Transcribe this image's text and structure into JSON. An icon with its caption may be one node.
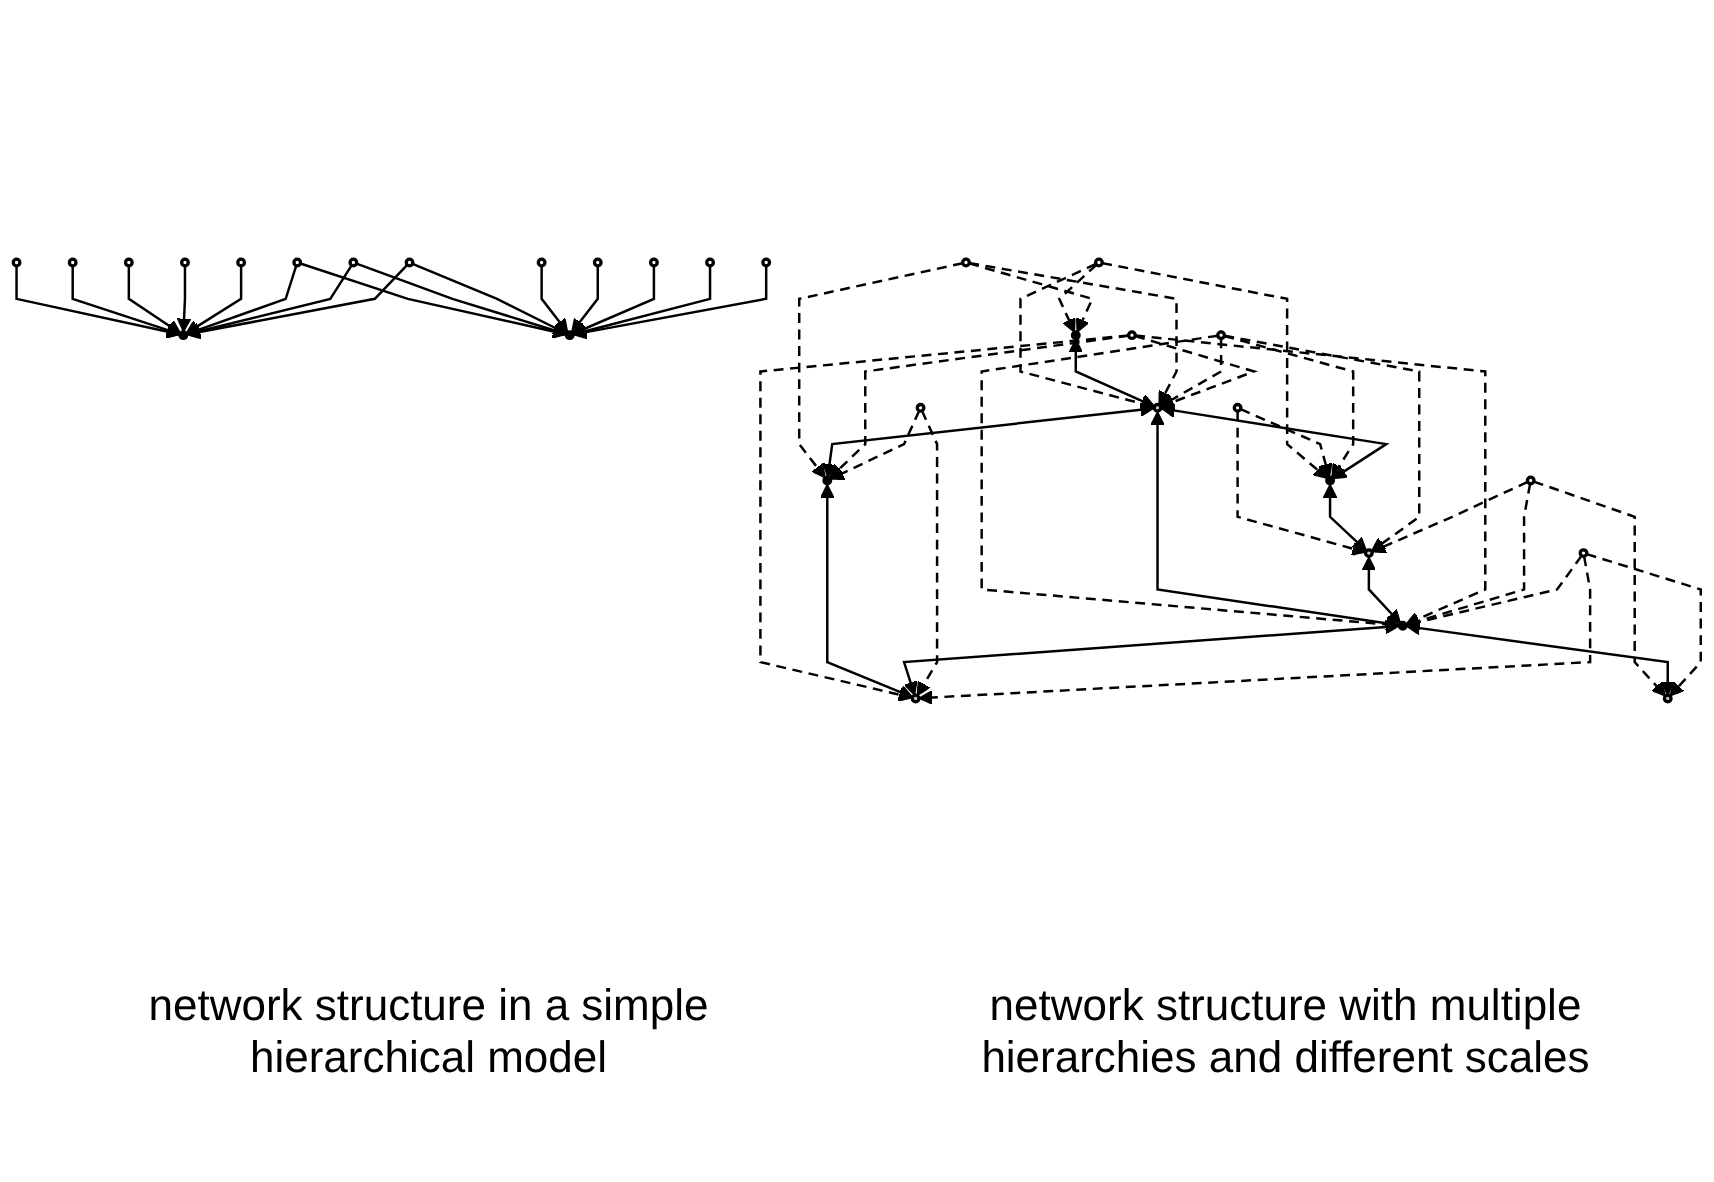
{
  "diagram": {
    "nodes": [
      {
        "text": [],
        "shape": "circle"
      },
      {
        "text": [],
        "shape": "circle"
      },
      {
        "text": [],
        "shape": "circle"
      },
      {
        "text": [],
        "shape": "circle"
      },
      {
        "text": [],
        "shape": "circle"
      },
      {
        "text": [],
        "shape": "circle"
      },
      {
        "text": [],
        "shape": "circle"
      },
      {
        "text": [],
        "shape": "circle"
      },
      {
        "text": [],
        "shape": "circle"
      },
      {
        "text": [],
        "shape": "circle"
      },
      {
        "text": [],
        "shape": "circle"
      },
      {
        "text": [],
        "shape": "circle"
      },
      {
        "text": [],
        "shape": "circle"
      },
      {
        "text": [],
        "shape": "circle"
      },
      {
        "text": [],
        "shape": "circle"
      },
      {
        "text": [],
        "shape": "circle"
      },
      {
        "text": [],
        "shape": "circle"
      },
      {
        "text": [],
        "shape": "circle"
      },
      {
        "text": [],
        "shape": "circle"
      },
      {
        "text": [],
        "shape": "circle"
      },
      {
        "text": [],
        "shape": "circle"
      },
      {
        "text": [],
        "shape": "circle"
      },
      {
        "text": [],
        "shape": "circle"
      },
      {
        "text": [],
        "shape": "circle"
      },
      {
        "text": [],
        "shape": "circle"
      },
      {
        "text": [],
        "shape": "circle"
      },
      {
        "text": [],
        "shape": "circle"
      },
      {
        "text": [],
        "shape": "circle"
      },
      {
        "text": [],
        "shape": "circle"
      },
      {
        "text": [],
        "shape": "circle"
      },
      {
        "text": [],
        "shape": "circle"
      }
    ],
    "edges": [
      {
        "from": 0,
        "to": 4,
        "arrow": "to"
      },
      {
        "from": 1,
        "to": 4,
        "arrow": "to"
      },
      {
        "from": 2,
        "to": 4,
        "arrow": "to"
      },
      {
        "from": 3,
        "to": 4,
        "arrow": "to"
      },
      {
        "from": 5,
        "to": 4,
        "arrow": "to"
      },
      {
        "from": 6,
        "to": 4,
        "arrow": "to"
      },
      {
        "from": 7,
        "to": 4,
        "arrow": "to"
      },
      {
        "from": 8,
        "to": 4,
        "arrow": "to"
      },
      {
        "from": 6,
        "to": 10,
        "arrow": "to"
      },
      {
        "from": 7,
        "to": 10,
        "arrow": "to"
      },
      {
        "from": 8,
        "to": 10,
        "arrow": "to"
      },
      {
        "from": 9,
        "to": 10,
        "arrow": "to"
      },
      {
        "from": 11,
        "to": 10,
        "arrow": "to"
      },
      {
        "from": 12,
        "to": 10,
        "arrow": "to"
      },
      {
        "from": 13,
        "to": 10,
        "arrow": "to"
      },
      {
        "from": 14,
        "to": 10,
        "arrow": "to"
      },
      {
        "from": 16,
        "to": 15,
        "arrow": "to",
        "style": "dashed"
      },
      {
        "from": 16,
        "to": 17,
        "arrow": "to",
        "style": "dashed"
      },
      {
        "from": 18,
        "to": 17,
        "arrow": "to",
        "style": "dashed"
      },
      {
        "from": 19,
        "to": 15,
        "arrow": "to",
        "style": "dashed"
      },
      {
        "from": 16,
        "to": 20,
        "arrow": "to",
        "style": "dashed"
      },
      {
        "from": 21,
        "to": 17,
        "arrow": "to",
        "style": "dashed"
      },
      {
        "from": 18,
        "to": 22,
        "arrow": "to",
        "style": "dashed"
      },
      {
        "from": 15,
        "to": 20,
        "arrow": "both"
      },
      {
        "from": 20,
        "to": 17,
        "arrow": "both"
      },
      {
        "from": 17,
        "to": 22,
        "arrow": "both"
      },
      {
        "from": 19,
        "to": 20,
        "arrow": "to",
        "style": "dashed"
      },
      {
        "from": 21,
        "to": 20,
        "arrow": "to",
        "style": "dashed"
      },
      {
        "from": 21,
        "to": 22,
        "arrow": "to",
        "style": "dashed"
      },
      {
        "from": 19,
        "to": 23,
        "arrow": "to",
        "style": "dashed"
      },
      {
        "from": 24,
        "to": 20,
        "arrow": "to",
        "style": "dashed"
      },
      {
        "from": 21,
        "to": 25,
        "arrow": "to",
        "style": "dashed"
      },
      {
        "from": 26,
        "to": 22,
        "arrow": "to",
        "style": "dashed"
      },
      {
        "from": 20,
        "to": 23,
        "arrow": "both"
      },
      {
        "from": 20,
        "to": 25,
        "arrow": "both"
      },
      {
        "from": 22,
        "to": 25,
        "arrow": "both"
      },
      {
        "from": 24,
        "to": 23,
        "arrow": "to",
        "style": "dashed"
      },
      {
        "from": 24,
        "to": 25,
        "arrow": "to",
        "style": "dashed"
      },
      {
        "from": 26,
        "to": 25,
        "arrow": "to",
        "style": "dashed"
      },
      {
        "from": 27,
        "to": 23,
        "arrow": "to",
        "style": "dashed"
      },
      {
        "from": 24,
        "to": 28,
        "arrow": "to",
        "style": "dashed"
      },
      {
        "from": 29,
        "to": 25,
        "arrow": "to",
        "style": "dashed"
      },
      {
        "from": 26,
        "to": 30,
        "arrow": "to",
        "style": "dashed"
      },
      {
        "from": 23,
        "to": 28,
        "arrow": "both"
      },
      {
        "from": 25,
        "to": 28,
        "arrow": "both"
      },
      {
        "from": 25,
        "to": 30,
        "arrow": "both"
      },
      {
        "from": 27,
        "to": 28,
        "arrow": "to",
        "style": "dashed"
      },
      {
        "from": 29,
        "to": 28,
        "arrow": "to",
        "style": "dashed"
      },
      {
        "from": 29,
        "to": 30,
        "arrow": "to",
        "style": "dashed"
      }
    ],
    "labels": [
      "network structure in a simple hierarchical model",
      "network structure with multiple hierarchies and different scales"
    ]
  }
}
